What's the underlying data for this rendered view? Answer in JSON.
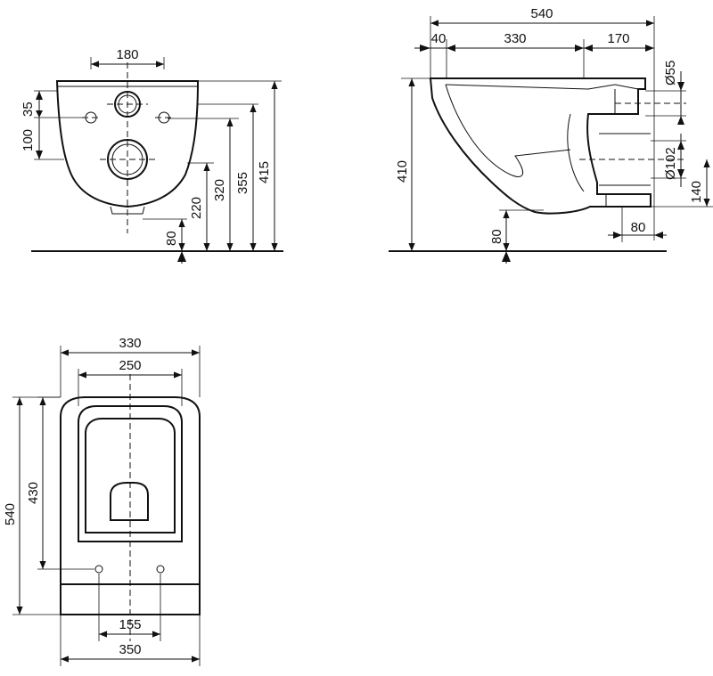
{
  "dimensions": {
    "front": {
      "hole_spacing": "180",
      "d35": "35",
      "d100": "100",
      "d80": "80",
      "d220": "220",
      "d320": "320",
      "d355": "355",
      "d415": "415"
    },
    "side": {
      "total_length": "540",
      "d40": "40",
      "d330": "330",
      "d170": "170",
      "d55": "Ø55",
      "d410": "410",
      "d102": "Ø102",
      "d140": "140",
      "d80_floor": "80",
      "d80_outlet": "80"
    },
    "top": {
      "outer_width": "330",
      "seat_width": "250",
      "total_length": "540",
      "bowl_length": "430",
      "bolt_spacing": "155",
      "base_width": "350"
    }
  }
}
